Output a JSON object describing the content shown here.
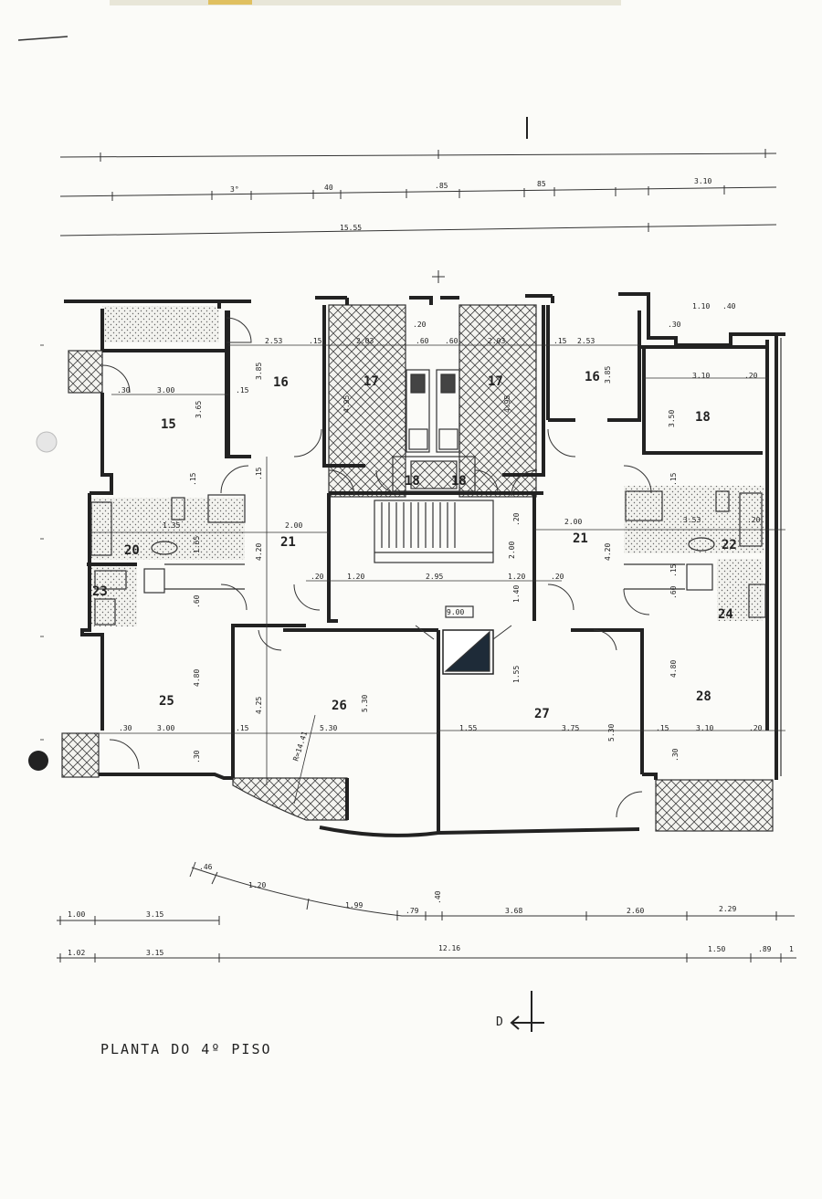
{
  "title": "PLANTA DO 4º PISO",
  "north_marker": "D",
  "rooms": [
    {
      "id": "15",
      "label": "15"
    },
    {
      "id": "16a",
      "label": "16"
    },
    {
      "id": "17a",
      "label": "17"
    },
    {
      "id": "17b",
      "label": "17"
    },
    {
      "id": "16b",
      "label": "16"
    },
    {
      "id": "18",
      "label": "18"
    },
    {
      "id": "18a",
      "label": "18"
    },
    {
      "id": "18b",
      "label": "18"
    },
    {
      "id": "20",
      "label": "20"
    },
    {
      "id": "21a",
      "label": "21"
    },
    {
      "id": "21b",
      "label": "21"
    },
    {
      "id": "22",
      "label": "22"
    },
    {
      "id": "23",
      "label": "23"
    },
    {
      "id": "24",
      "label": "24"
    },
    {
      "id": "25",
      "label": "25"
    },
    {
      "id": "26",
      "label": "26"
    },
    {
      "id": "27",
      "label": "27"
    },
    {
      "id": "28",
      "label": "28"
    }
  ],
  "interior_dims": [
    ".30",
    "3.00",
    ".15",
    "3.65",
    "3.85",
    "2.53",
    ".15",
    "2.03",
    ".20",
    ".60",
    ".60",
    "2.03",
    ".15",
    "2.53",
    "3.85",
    "4.95",
    "4.95",
    ".30",
    "1.10",
    ".40",
    "3.10",
    ".20",
    "3.50",
    ".15",
    ".15",
    "1.35",
    "1.65",
    "2.00",
    "2.00",
    "4.20",
    "4.20",
    "1.20",
    "2.95",
    "1.20",
    ".20",
    ".20",
    "1.40",
    "9.00",
    ".20",
    "2.00",
    "3.53",
    ".20",
    ".15",
    ".60",
    ".15",
    ".60",
    "4.80",
    "4.80",
    "4.25",
    "5.30",
    "5.30",
    "1.55",
    "1.55",
    "3.75",
    "5.30",
    ".15",
    "3.10",
    ".20",
    ".30",
    "3.00",
    ".15",
    ".30",
    ".30",
    "R=14.41"
  ],
  "top_dims": {
    "row2": [
      "3°",
      "85",
      "40",
      ".85",
      "3.10"
    ],
    "row3": [
      "15.55"
    ]
  },
  "bottom_dims": {
    "row1": [
      ".46",
      "1.20",
      "1.99",
      ".79",
      ".40",
      "3.68",
      "2.60",
      "2.29",
      "1.00",
      "3.15"
    ],
    "row2": [
      "1.02",
      "3.15",
      "12.16",
      "1.50",
      ".89",
      "1"
    ]
  }
}
